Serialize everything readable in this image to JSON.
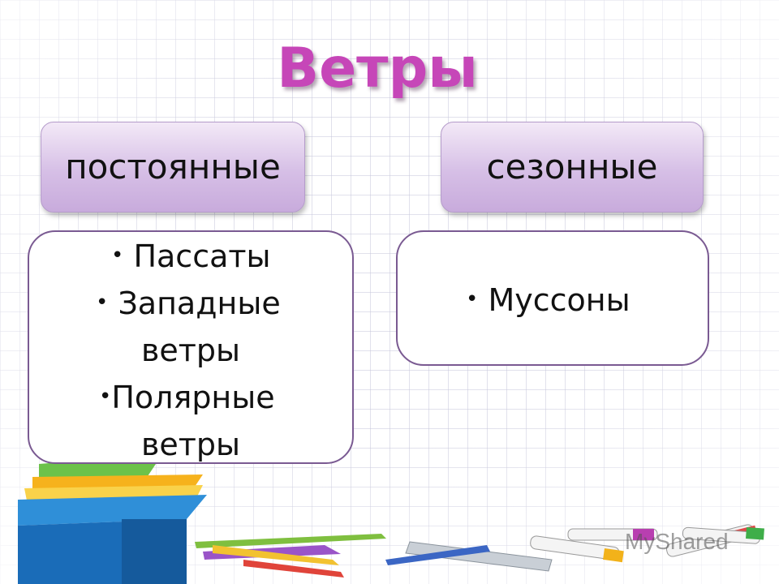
{
  "title": "Ветры",
  "categories": [
    {
      "label": "постоянные",
      "items": [
        "Пассаты",
        "Западные ветры",
        "Полярные ветры"
      ]
    },
    {
      "label": "сезонные",
      "items": [
        "Муссоны"
      ]
    }
  ],
  "watermark": "MyShared",
  "colors": {
    "title": "#c646b8",
    "category_fill": "#d6bfe6",
    "box_border": "#7a5a92"
  }
}
